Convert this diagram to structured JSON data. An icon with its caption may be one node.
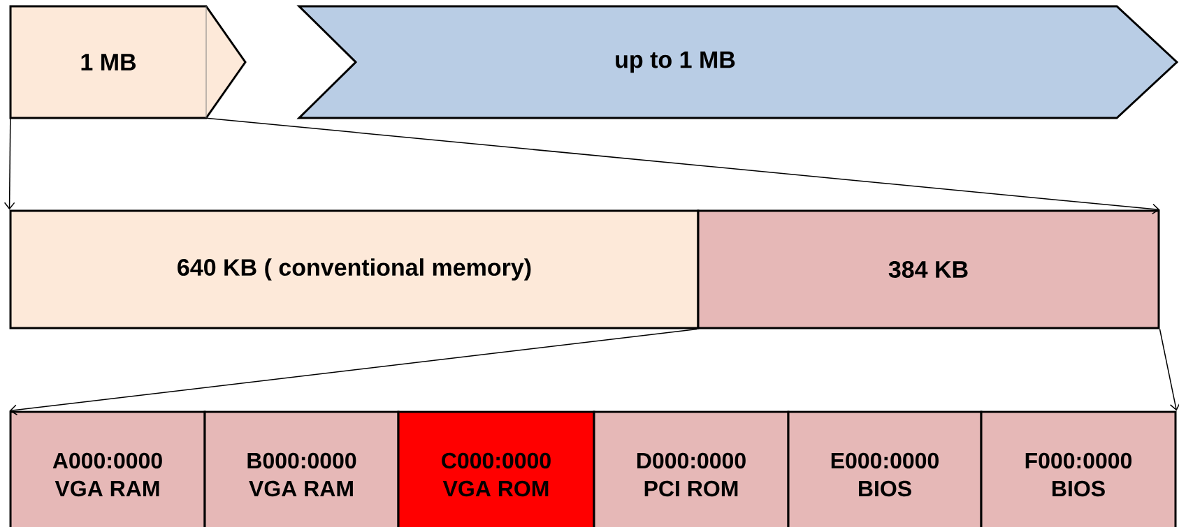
{
  "diagram": {
    "nodes": [
      {
        "text": [
          "1 MB"
        ]
      },
      {
        "text": [
          "up to 1 MB"
        ]
      },
      {
        "text": [
          "640 KB ( conventional memory)"
        ]
      },
      {
        "text": [
          "384 KB"
        ]
      },
      {
        "text": [
          "A000:0000",
          "VGA RAM"
        ]
      },
      {
        "text": [
          "B000:0000",
          "VGA RAM"
        ]
      },
      {
        "text": [
          "C000:0000",
          "VGA ROM"
        ]
      },
      {
        "text": [
          "D000:0000",
          "PCI ROM"
        ]
      },
      {
        "text": [
          "E000:0000",
          "BIOS"
        ]
      },
      {
        "text": [
          "F000:0000",
          "BIOS"
        ]
      }
    ],
    "edges": [
      {
        "from": 0,
        "to": 2,
        "arrow": "to"
      },
      {
        "from": 0,
        "to": 3,
        "arrow": "to"
      },
      {
        "from": 3,
        "to": 4,
        "arrow": "to"
      },
      {
        "from": 3,
        "to": 9,
        "arrow": "to"
      }
    ]
  }
}
